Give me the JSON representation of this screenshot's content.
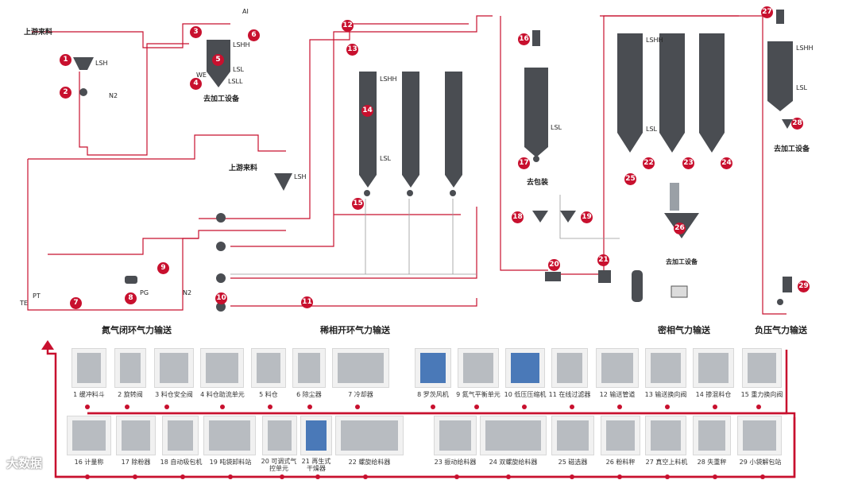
{
  "diagram": {
    "section_titles": {
      "n2_closed": "氮气闭环气力输送",
      "dilute_open": "稀相开环气力输送",
      "dense": "密相气力输送",
      "negative": "负压气力输送"
    },
    "location_labels": {
      "upstream_1": "上游来料",
      "upstream_2": "上游来料",
      "to_processing_1": "去加工设备",
      "to_packing": "去包装",
      "to_processing_2": "去加工设备",
      "to_processing_3": "去加工设备"
    },
    "instrument_labels": {
      "lsh": "LSH",
      "lshh": "LSHH",
      "lsl": "LSL",
      "lsll": "LSLL",
      "n2": "N2",
      "pt": "PT",
      "te": "TE",
      "pg": "PG",
      "we": "WE",
      "ai": "AI"
    },
    "callouts": [
      "1",
      "2",
      "3",
      "4",
      "5",
      "6",
      "7",
      "8",
      "9",
      "10",
      "11",
      "12",
      "13",
      "14",
      "15",
      "16",
      "17",
      "18",
      "19",
      "20",
      "21",
      "22",
      "23",
      "24",
      "25",
      "26",
      "27",
      "28",
      "29"
    ]
  },
  "components": {
    "row1": [
      {
        "label": "1 缓冲料斗"
      },
      {
        "label": "2 旋转阀"
      },
      {
        "label": "3 料仓安全阀"
      },
      {
        "label": "4 料仓助流单元"
      },
      {
        "label": "5 料仓"
      },
      {
        "label": "6 除尘器"
      },
      {
        "label": "7 冷却器"
      },
      {
        "label": "8 罗茨风机"
      },
      {
        "label": "9 氮气平衡单元"
      },
      {
        "label": "10 低压压缩机"
      },
      {
        "label": "11 在线过滤器"
      },
      {
        "label": "12 输送管道"
      },
      {
        "label": "13 输送换向阀"
      },
      {
        "label": "14 掺混料仓"
      },
      {
        "label": "15 重力换向阀"
      }
    ],
    "row2": [
      {
        "label": "16 计量称"
      },
      {
        "label": "17 除粉器"
      },
      {
        "label": "18 自动吸包机"
      },
      {
        "label": "19 吨袋卸料站"
      },
      {
        "label": "20 可调式气控单元"
      },
      {
        "label": "21 再生式干燥器"
      },
      {
        "label": "22 螺旋给料器"
      },
      {
        "label": "23 振动给料器"
      },
      {
        "label": "24 双螺旋给料器"
      },
      {
        "label": "25 磁选器"
      },
      {
        "label": "26 粉料秤"
      },
      {
        "label": "27 真空上料机"
      },
      {
        "label": "28 失重秤"
      },
      {
        "label": "29 小袋解包站"
      }
    ]
  },
  "watermark": "大数据",
  "colors": {
    "accent": "#c8102e",
    "silo": "#4a4d52",
    "pipe": "#c8102e"
  }
}
